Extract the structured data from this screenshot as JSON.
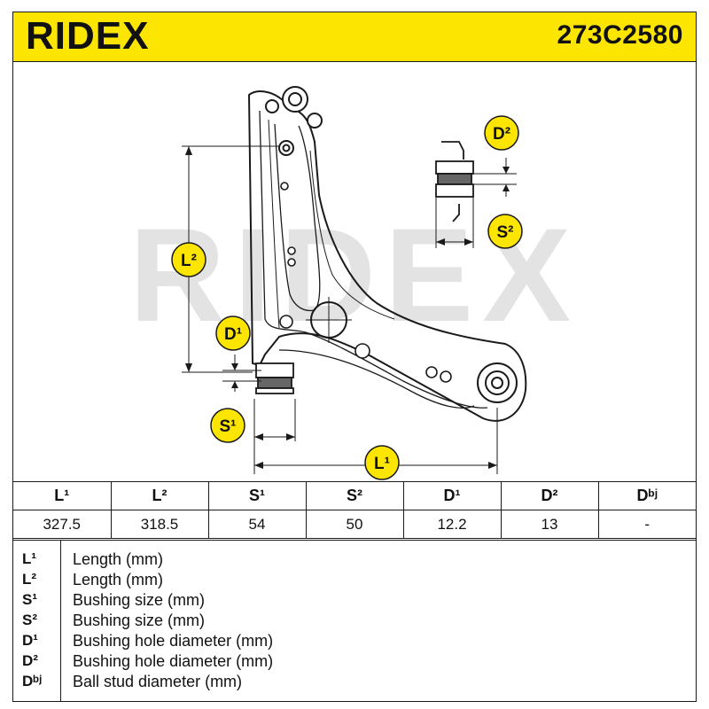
{
  "header": {
    "brand": "RIDEX",
    "part_number": "273C2580"
  },
  "watermark": "RIDEX",
  "drawing_labels": {
    "L1": "L¹",
    "L2": "L²",
    "S1": "S¹",
    "S2": "S²",
    "D1": "D¹",
    "D2": "D²"
  },
  "colors": {
    "accent": "#fce500",
    "line": "#1a1a1a",
    "watermark": "#e3e3e3"
  },
  "table": {
    "headers": [
      "L¹",
      "L²",
      "S¹",
      "S²",
      "D¹",
      "D²",
      "Dᵇʲ"
    ],
    "values": [
      "327.5",
      "318.5",
      "54",
      "50",
      "12.2",
      "13",
      "-"
    ]
  },
  "legend": [
    {
      "code": "L¹",
      "desc": "Length (mm)"
    },
    {
      "code": "L²",
      "desc": "Length (mm)"
    },
    {
      "code": "S¹",
      "desc": "Bushing size (mm)"
    },
    {
      "code": "S²",
      "desc": "Bushing size (mm)"
    },
    {
      "code": "D¹",
      "desc": "Bushing hole diameter (mm)"
    },
    {
      "code": "D²",
      "desc": "Bushing hole diameter (mm)"
    },
    {
      "code": "Dᵇʲ",
      "desc": "Ball stud diameter (mm)"
    }
  ]
}
